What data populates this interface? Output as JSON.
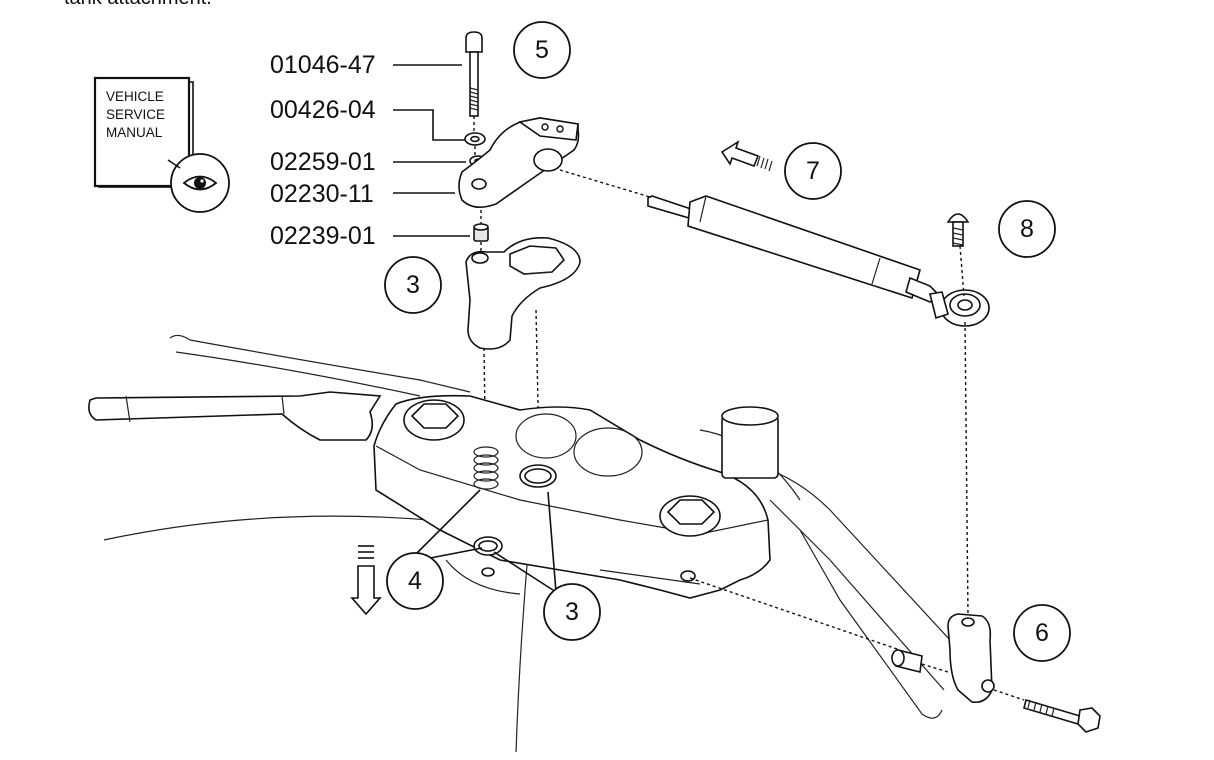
{
  "caption_fragment": "tank attachment.",
  "manual": {
    "lines": [
      "VEHICLE",
      "SERVICE",
      "MANUAL"
    ],
    "icon": "eye-icon"
  },
  "part_numbers": [
    "01046-47",
    "00426-04",
    "02259-01",
    "02230-11",
    "02239-01"
  ],
  "callouts": [
    "5",
    "7",
    "8",
    "3",
    "4",
    "3",
    "6"
  ],
  "arrows": {
    "push": "arrow-left-icon",
    "lower": "arrow-down-icon"
  }
}
